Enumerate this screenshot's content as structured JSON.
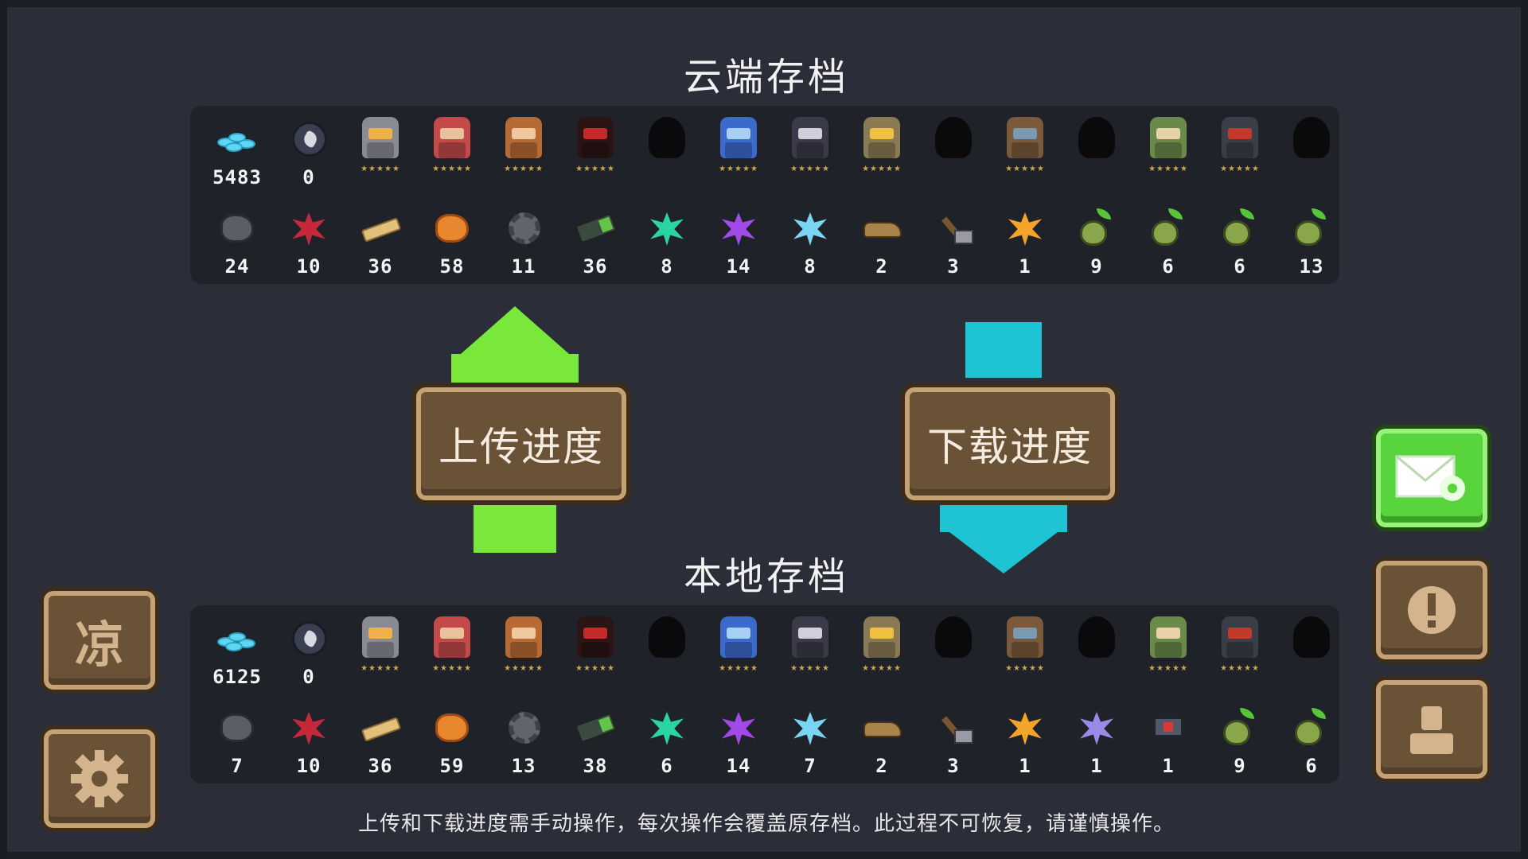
{
  "cloud": {
    "title": "云端存档",
    "top": [
      {
        "type": "coins",
        "count": "5483"
      },
      {
        "type": "feather",
        "count": "0"
      },
      {
        "type": "hero",
        "color": "#8a8a94",
        "face": "#f0b04a",
        "stars": "★★★★★"
      },
      {
        "type": "hero",
        "color": "#c44a4a",
        "face": "#e8c29a",
        "stars": "★★★★★"
      },
      {
        "type": "hero",
        "color": "#b86a34",
        "face": "#f0c8a0",
        "stars": "★★★★★"
      },
      {
        "type": "hero",
        "color": "#2a1414",
        "face": "#c42a2a",
        "stars": "★★★★★"
      },
      {
        "type": "silhouette"
      },
      {
        "type": "hero",
        "color": "#3a6acc",
        "face": "#a8d0f4",
        "stars": "★★★★★"
      },
      {
        "type": "hero",
        "color": "#3a3a48",
        "face": "#d0d0dc",
        "stars": "★★★★★"
      },
      {
        "type": "hero",
        "color": "#8a7a54",
        "face": "#f0c040",
        "stars": "★★★★★"
      },
      {
        "type": "silhouette"
      },
      {
        "type": "hero",
        "color": "#7a5a3a",
        "face": "#7a9ab4",
        "stars": "★★★★★"
      },
      {
        "type": "silhouette"
      },
      {
        "type": "hero",
        "color": "#6a8a4a",
        "face": "#e8d0a8",
        "stars": "★★★★★"
      },
      {
        "type": "hero",
        "color": "#3a3e48",
        "face": "#c43a2a",
        "stars": "★★★★★"
      },
      {
        "type": "silhouette"
      }
    ],
    "bottom": [
      {
        "type": "stone",
        "count": "24"
      },
      {
        "type": "leaf",
        "color": "#c4283a",
        "count": "10"
      },
      {
        "type": "plank",
        "count": "36"
      },
      {
        "type": "ore",
        "count": "58"
      },
      {
        "type": "gear",
        "count": "11"
      },
      {
        "type": "battery",
        "count": "36"
      },
      {
        "type": "leaf",
        "color": "#2ad4a4",
        "count": "8"
      },
      {
        "type": "leaf",
        "color": "#a24ae8",
        "count": "14"
      },
      {
        "type": "leaf",
        "color": "#7ad4f4",
        "count": "8"
      },
      {
        "type": "horn",
        "count": "2"
      },
      {
        "type": "hammer",
        "count": "3"
      },
      {
        "type": "leaf",
        "color": "#f4a42a",
        "count": "1"
      },
      {
        "type": "sprout",
        "count": "9"
      },
      {
        "type": "sprout",
        "count": "6"
      },
      {
        "type": "sprout",
        "count": "6"
      },
      {
        "type": "sprout",
        "count": "13"
      }
    ]
  },
  "local": {
    "title": "本地存档",
    "top": [
      {
        "type": "coins",
        "count": "6125"
      },
      {
        "type": "feather",
        "count": "0"
      },
      {
        "type": "hero",
        "color": "#8a8a94",
        "face": "#f0b04a",
        "stars": "★★★★★"
      },
      {
        "type": "hero",
        "color": "#c44a4a",
        "face": "#e8c29a",
        "stars": "★★★★★"
      },
      {
        "type": "hero",
        "color": "#b86a34",
        "face": "#f0c8a0",
        "stars": "★★★★★"
      },
      {
        "type": "hero",
        "color": "#2a1414",
        "face": "#c42a2a",
        "stars": "★★★★★"
      },
      {
        "type": "silhouette"
      },
      {
        "type": "hero",
        "color": "#3a6acc",
        "face": "#a8d0f4",
        "stars": "★★★★★"
      },
      {
        "type": "hero",
        "color": "#3a3a48",
        "face": "#d0d0dc",
        "stars": "★★★★★"
      },
      {
        "type": "hero",
        "color": "#8a7a54",
        "face": "#f0c040",
        "stars": "★★★★★"
      },
      {
        "type": "silhouette"
      },
      {
        "type": "hero",
        "color": "#7a5a3a",
        "face": "#7a9ab4",
        "stars": "★★★★★"
      },
      {
        "type": "silhouette"
      },
      {
        "type": "hero",
        "color": "#6a8a4a",
        "face": "#e8d0a8",
        "stars": "★★★★★"
      },
      {
        "type": "hero",
        "color": "#3a3e48",
        "face": "#c43a2a",
        "stars": "★★★★★"
      },
      {
        "type": "silhouette"
      }
    ],
    "bottom": [
      {
        "type": "stone",
        "count": "7"
      },
      {
        "type": "leaf",
        "color": "#c4283a",
        "count": "10"
      },
      {
        "type": "plank",
        "count": "36"
      },
      {
        "type": "ore",
        "count": "59"
      },
      {
        "type": "gear",
        "count": "13"
      },
      {
        "type": "battery",
        "count": "38"
      },
      {
        "type": "leaf",
        "color": "#2ad4a4",
        "count": "6"
      },
      {
        "type": "leaf",
        "color": "#a24ae8",
        "count": "14"
      },
      {
        "type": "leaf",
        "color": "#7ad4f4",
        "count": "7"
      },
      {
        "type": "horn",
        "count": "2"
      },
      {
        "type": "hammer",
        "count": "3"
      },
      {
        "type": "leaf",
        "color": "#f4a42a",
        "count": "1"
      },
      {
        "type": "leaf",
        "color": "#9a8ae8",
        "count": "1"
      },
      {
        "type": "chip",
        "count": "1"
      },
      {
        "type": "sprout",
        "count": "9"
      },
      {
        "type": "sprout",
        "count": "6"
      }
    ]
  },
  "buttons": {
    "upload": "上传进度",
    "download": "下载进度"
  },
  "side": {
    "cool_glyph": "凉",
    "settings_icon": "gear-icon",
    "mail_icon": "mail-settings-icon",
    "alert_icon": "exclamation-icon",
    "profile_icon": "person-icon"
  },
  "colors": {
    "upload_arrow": "#7ae83a",
    "download_arrow": "#1ec4d4",
    "wood": "#6a5236",
    "green_button": "#58d43c"
  },
  "notice": "上传和下载进度需手动操作，每次操作会覆盖原存档。此过程不可恢复，请谨慎操作。"
}
